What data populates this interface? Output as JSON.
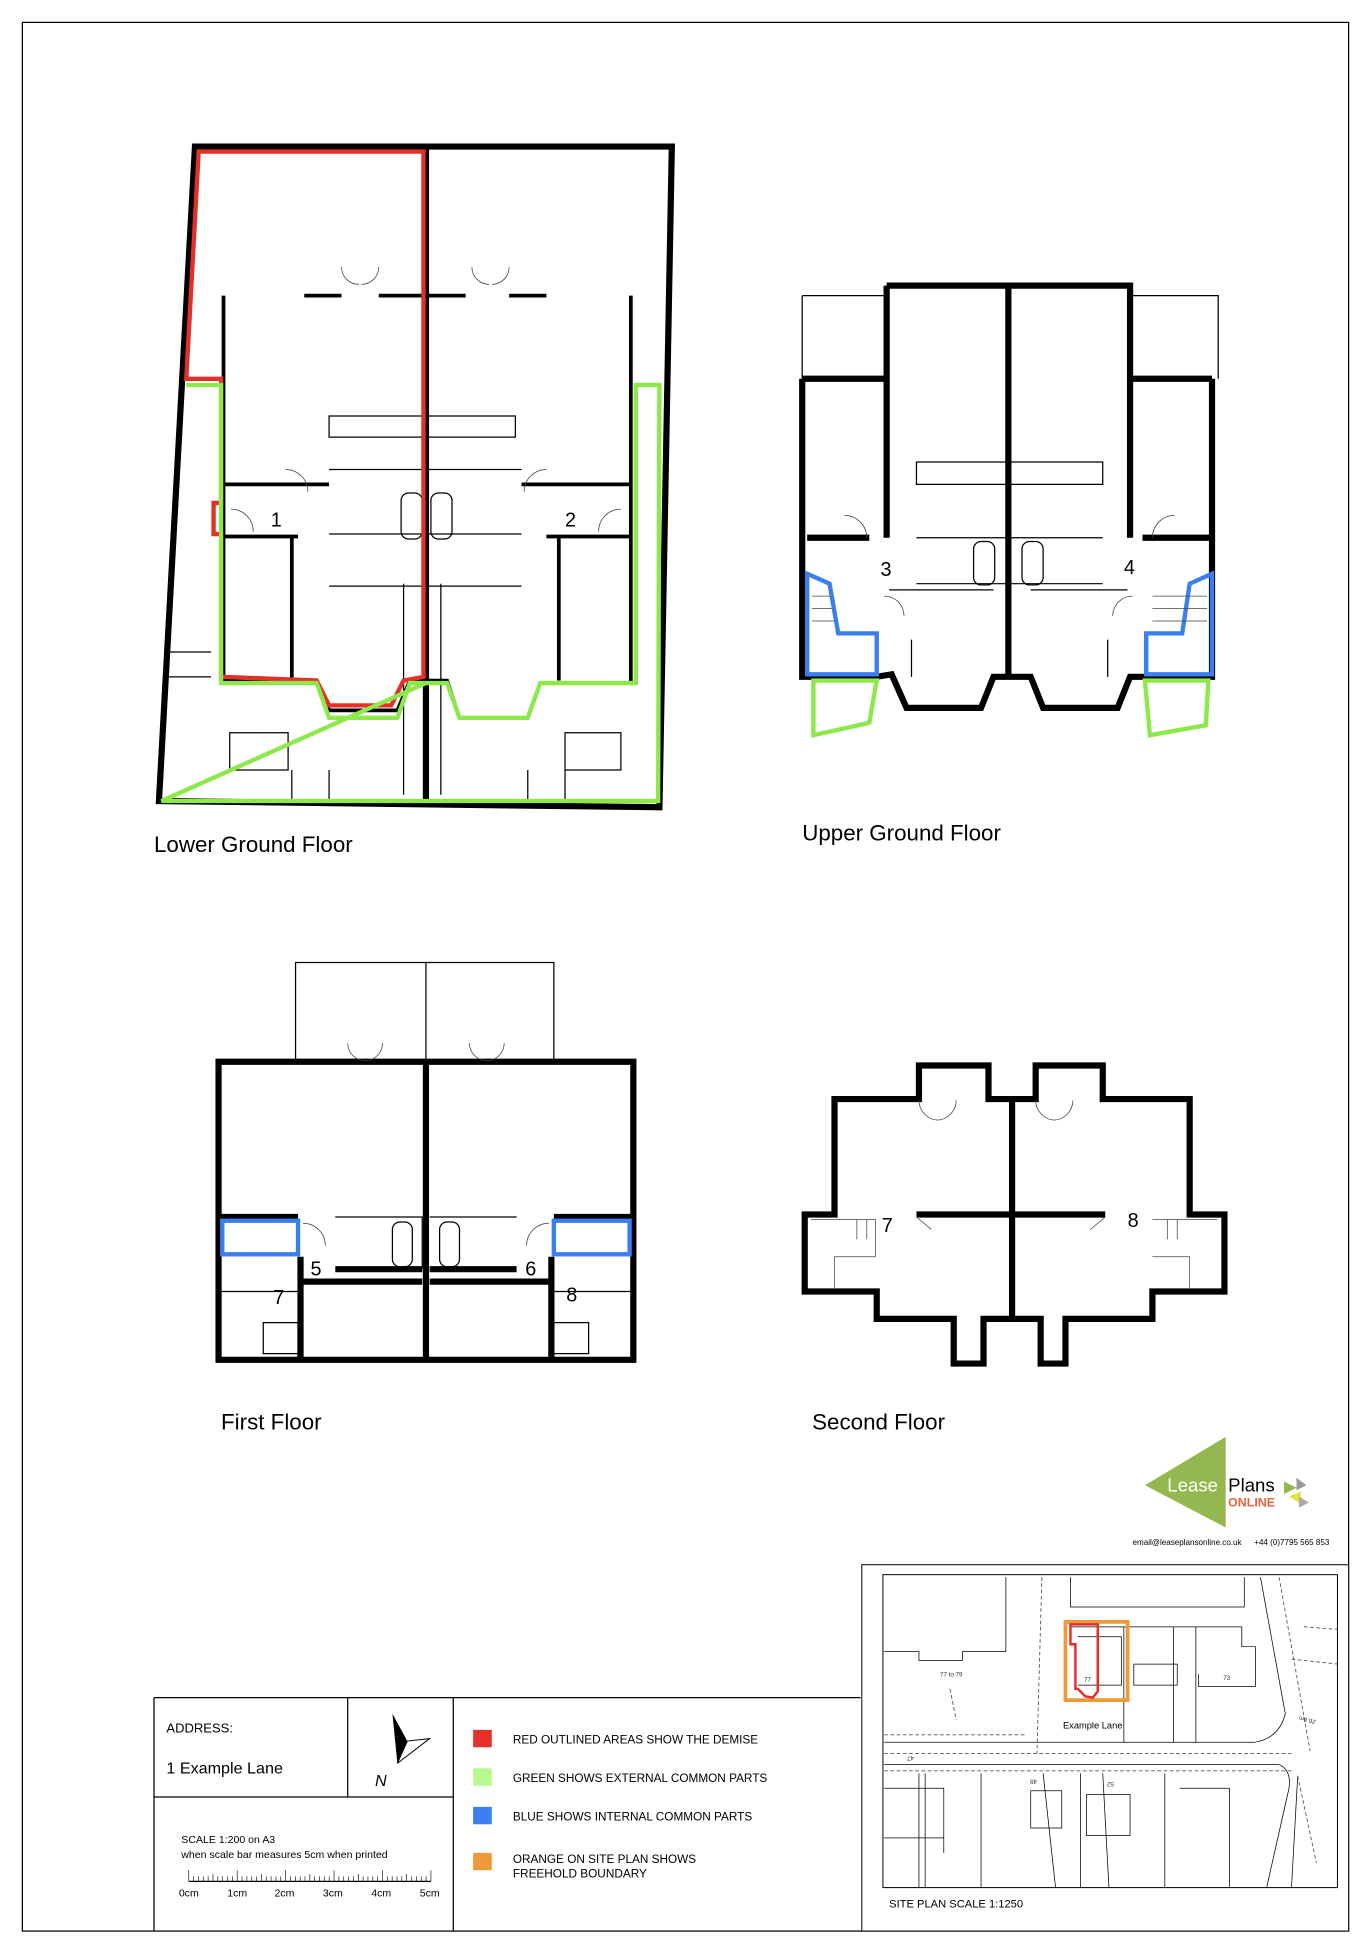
{
  "floors": {
    "lower_ground": {
      "title": "Lower Ground Floor",
      "units": [
        "1",
        "2"
      ]
    },
    "upper_ground": {
      "title": "Upper Ground Floor",
      "units": [
        "3",
        "4"
      ]
    },
    "first": {
      "title": "First Floor",
      "units": [
        "5",
        "6",
        "7",
        "8"
      ]
    },
    "second": {
      "title": "Second Floor",
      "units": [
        "7",
        "8"
      ]
    }
  },
  "address": {
    "label": "ADDRESS:",
    "value": "1 Example Lane"
  },
  "north_arrow": {
    "label": "N",
    "icon": "north-arrow-icon"
  },
  "scale": {
    "line1": "SCALE 1:200 on A3",
    "line2": "when scale bar measures 5cm when printed",
    "ticks": [
      "0cm",
      "1cm",
      "2cm",
      "3cm",
      "4cm",
      "5cm"
    ]
  },
  "legend": [
    {
      "color": "#e5302a",
      "text": "RED OUTLINED AREAS SHOW THE DEMISE"
    },
    {
      "color": "#b6f98c",
      "text": "GREEN SHOWS EXTERNAL COMMON PARTS"
    },
    {
      "color": "#3a7ef0",
      "text": "BLUE SHOWS INTERNAL COMMON PARTS"
    },
    {
      "color": "#ee9a3a",
      "text": "ORANGE ON SITE PLAN SHOWS",
      "text2": "FREEHOLD BOUNDARY"
    }
  ],
  "logo": {
    "word1": "Lease",
    "word2": "Plans",
    "word3": "ONLINE",
    "green": "#94b84f",
    "orange": "#e8643a"
  },
  "contact": {
    "email": "email@leaseplansonline.co.uk",
    "phone": "+44 (0)7795 565 853"
  },
  "site_plan": {
    "caption": "SITE PLAN SCALE 1:1250",
    "street": "Example Lane",
    "labels": [
      "77 to 79",
      "77",
      "73",
      "47",
      "49",
      "52",
      "26.8m"
    ]
  }
}
